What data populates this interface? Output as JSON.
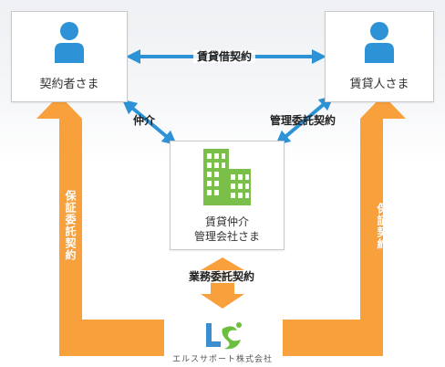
{
  "parties": {
    "contractor": "契約者さま",
    "landlord": "賃貸人さま",
    "agent_line1": "賃貸仲介",
    "agent_line2": "管理会社さま"
  },
  "relations": {
    "lease": "賃貸借契約",
    "brokerage": "仲介",
    "management": "管理委託契約",
    "guarantee_left": "保証委託契約",
    "guarantee_right": "保証契約",
    "business": "業務委託契約"
  },
  "company": {
    "name": "エルスサポート株式会社"
  },
  "colors": {
    "orange": "#f7a03c",
    "blue_arrow": "#2e93d6",
    "person_icon": "#2e93d6",
    "building_icon": "#7bbf4b",
    "logo_blue": "#3b8fd0",
    "logo_green": "#6cbf3c"
  },
  "icons": [
    "person-icon",
    "building-icon",
    "company-logo-icon"
  ]
}
